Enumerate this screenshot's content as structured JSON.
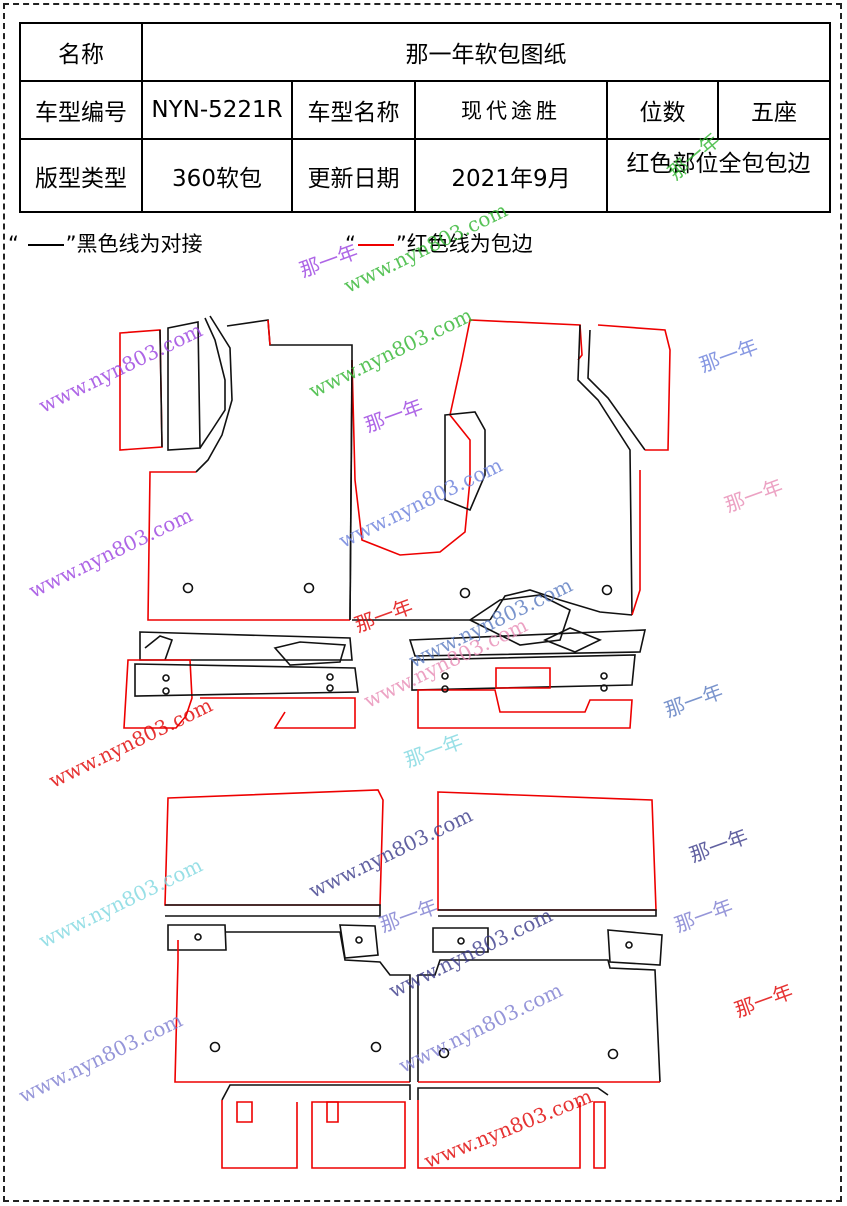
{
  "table": {
    "row1": {
      "name_label": "名称",
      "name_value": "那一年软包图纸"
    },
    "row2": {
      "model_code_label": "车型编号",
      "model_code": "NYN-5221R",
      "model_name_label": "车型名称",
      "model_name": "现代途胜",
      "seats_label": "位数",
      "seats": "五座"
    },
    "row3": {
      "type_label": "版型类型",
      "type": "360软包",
      "update_label": "更新日期",
      "update": "2021年9月",
      "note": "红色部位全包包边"
    }
  },
  "legend": {
    "black_open": "“",
    "black_close": "”黑色线为对接",
    "red_open": "“",
    "red_close": "”红色线为包边"
  },
  "watermarks": {
    "brand": "那一年",
    "site": "www.nyn803.com",
    "colors": [
      "#9a40e0",
      "#2fb52f",
      "#6a7fdc",
      "#e88bb5",
      "#e00000",
      "#5a7ac0",
      "#7fd8e0",
      "#3a3a8a",
      "#7c7cd0"
    ]
  },
  "colors": {
    "seam": "#111111",
    "binding": "#e00000"
  }
}
